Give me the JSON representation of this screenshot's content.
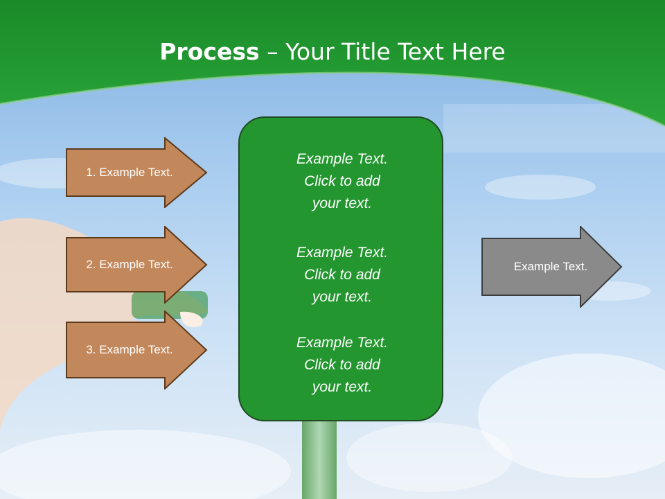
{
  "slide": {
    "title_bold": "Process",
    "title_rest": " – Your Title Text Here",
    "left_arrows": [
      {
        "label": "1. Example Text."
      },
      {
        "label": "2. Example Text."
      },
      {
        "label": "3. Example Text."
      }
    ],
    "center_box": {
      "blocks": [
        {
          "line1": "Example Text.",
          "line2": "Click  to add",
          "line3": "your text."
        },
        {
          "line1": "Example Text.",
          "line2": "Click  to add",
          "line3": "your text."
        },
        {
          "line1": "Example Text.",
          "line2": "Click  to add",
          "line3": "your text."
        }
      ]
    },
    "right_arrow": {
      "label": "Example Text."
    }
  },
  "colors": {
    "header_green": "#1f9a2e",
    "arrow_tan": "#c2875a",
    "center_green": "#23962f",
    "arrow_gray": "#8a8a8a"
  }
}
